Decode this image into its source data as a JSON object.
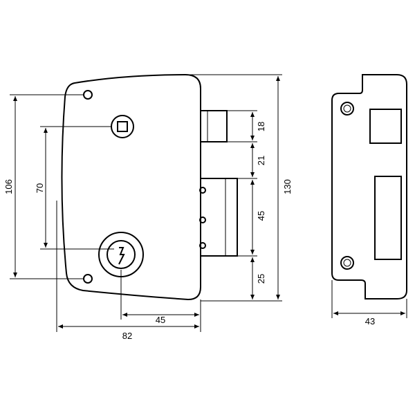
{
  "lock": {
    "dimensions": {
      "screw_spacing": "106",
      "handle_to_key": "70",
      "deadbolt_height": "18",
      "bolt_gap": "21",
      "latch_height": "45",
      "bottom_offset": "25",
      "total_height": "130",
      "key_to_edge": "45",
      "total_width": "82"
    }
  },
  "strike_plate": {
    "dimensions": {
      "width": "43"
    }
  }
}
